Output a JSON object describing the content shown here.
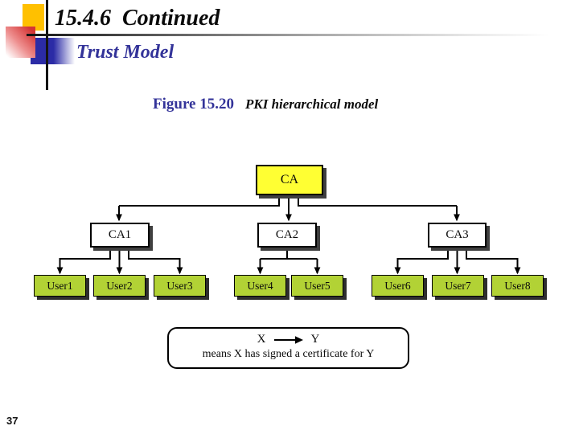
{
  "slide": {
    "title": "15.4.6  Continued",
    "subtitle": "Trust Model",
    "page_number": "37"
  },
  "figure": {
    "label": "Figure 15.20",
    "caption": "PKI hierarchical model"
  },
  "diagram": {
    "type": "hierarchy-tree",
    "root": {
      "label": "CA"
    },
    "cas": [
      {
        "label": "CA1"
      },
      {
        "label": "CA2"
      },
      {
        "label": "CA3"
      }
    ],
    "users": [
      {
        "label": "User1"
      },
      {
        "label": "User2"
      },
      {
        "label": "User3"
      },
      {
        "label": "User4"
      },
      {
        "label": "User5"
      },
      {
        "label": "User6"
      },
      {
        "label": "User7"
      },
      {
        "label": "User8"
      }
    ],
    "edges": [
      [
        "CA",
        "CA1"
      ],
      [
        "CA",
        "CA2"
      ],
      [
        "CA",
        "CA3"
      ],
      [
        "CA1",
        "User1"
      ],
      [
        "CA1",
        "User2"
      ],
      [
        "CA1",
        "User3"
      ],
      [
        "CA2",
        "User4"
      ],
      [
        "CA2",
        "User5"
      ],
      [
        "CA3",
        "User6"
      ],
      [
        "CA3",
        "User7"
      ],
      [
        "CA3",
        "User8"
      ]
    ],
    "colors": {
      "root_fill": "#ffff33",
      "ca_fill": "#ffffff",
      "user_fill": "#b2d235",
      "line": "#000000",
      "shadow": "#3f3f3f",
      "title_blue": "#333399",
      "gold": "#ffc000",
      "red": "#d43535",
      "blue": "#2b2ba6"
    }
  },
  "legend": {
    "x_label": "X",
    "y_label": "Y",
    "arrow_icon": "right-arrow",
    "text": "means X has signed a certificate for Y"
  }
}
